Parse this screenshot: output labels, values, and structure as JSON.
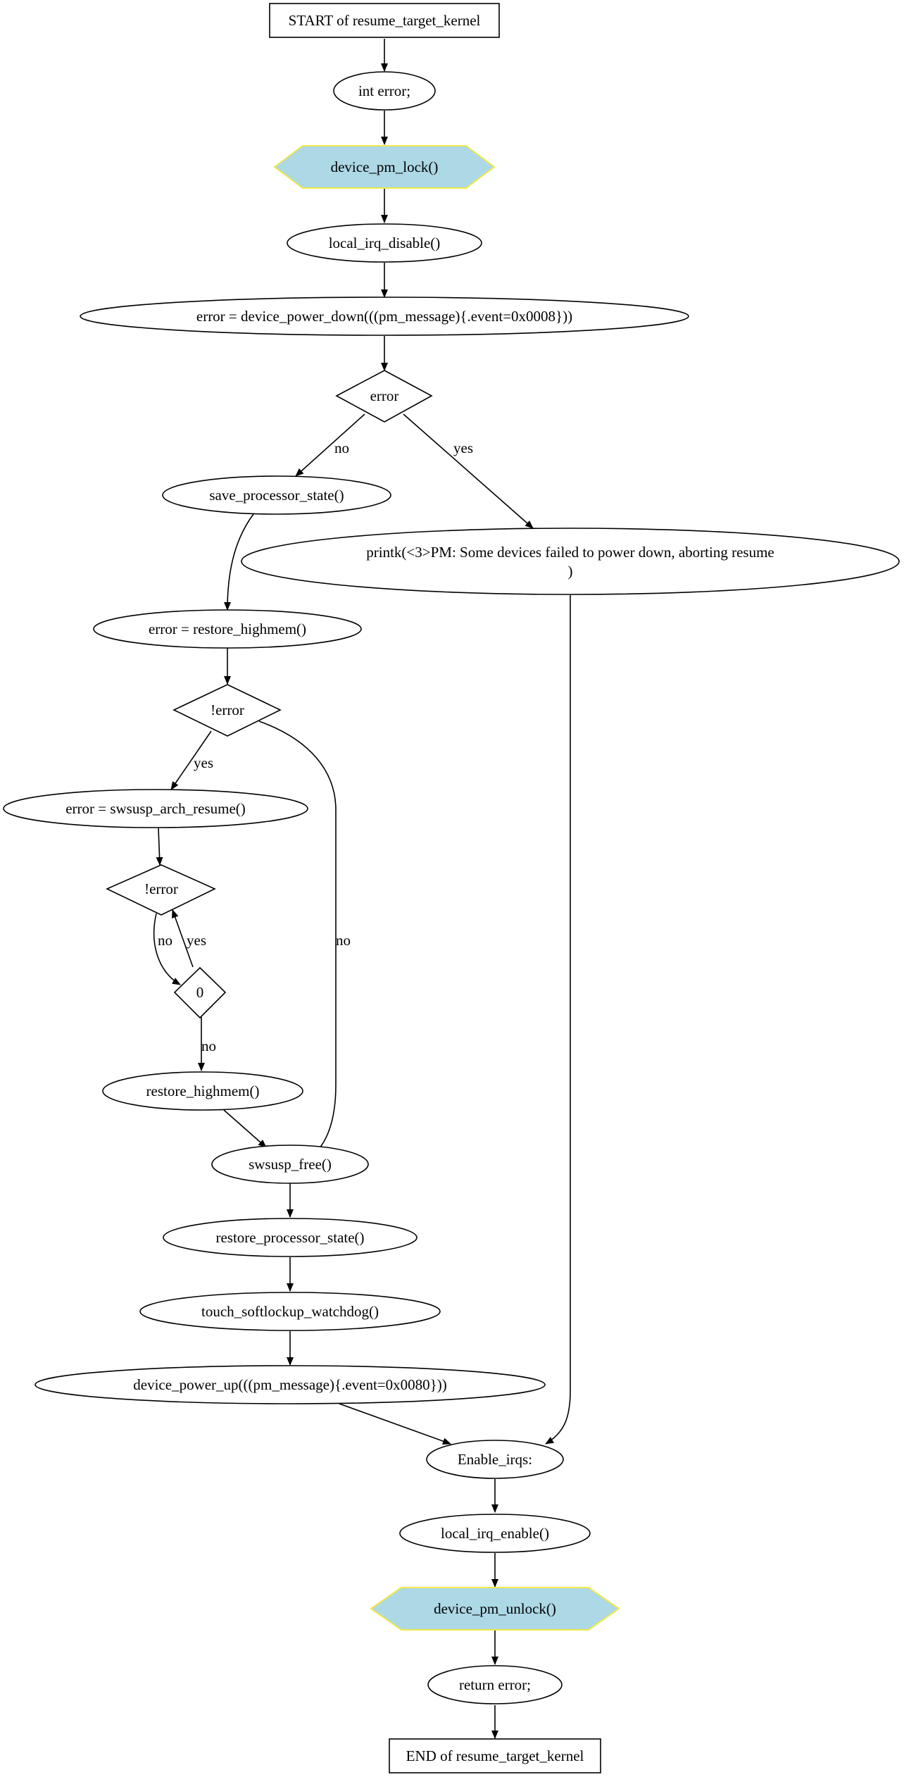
{
  "flowchart": {
    "nodes": {
      "start": "START of resume_target_kernel",
      "int_error": "int error;",
      "device_pm_lock": "device_pm_lock()",
      "local_irq_disable": "local_irq_disable()",
      "power_down": "error = device_power_down(((pm_message){.event=0x0008}))",
      "cond_error": "error",
      "printk_line1": "printk(<3>PM: Some devices failed to power down, aborting resume",
      "printk_line2": ")",
      "save_state": "save_processor_state()",
      "restore_highmem_assign": "error = restore_highmem()",
      "cond_not_error_1": "!error",
      "arch_resume": "error = swsusp_arch_resume()",
      "cond_not_error_2": "!error",
      "cond_zero": "0",
      "restore_highmem": "restore_highmem()",
      "swsusp_free": "swsusp_free()",
      "restore_state": "restore_processor_state()",
      "touch_watchdog": "touch_softlockup_watchdog()",
      "power_up": "device_power_up(((pm_message){.event=0x0080}))",
      "enable_irqs": "Enable_irqs:",
      "local_irq_enable": "local_irq_enable()",
      "device_pm_unlock": "device_pm_unlock()",
      "return_error": "return error;",
      "end": "END of resume_target_kernel"
    },
    "edge_labels": {
      "error_no": "no",
      "error_yes": "yes",
      "not_error_1_yes": "yes",
      "not_error_1_no": "no",
      "not_error_2_no": "no",
      "zero_yes": "yes",
      "zero_no": "no"
    },
    "colors": {
      "hexagon_fill": "#add8e6",
      "hexagon_stroke": "#f0e84a",
      "stroke": "#000000",
      "background": "#ffffff"
    }
  }
}
